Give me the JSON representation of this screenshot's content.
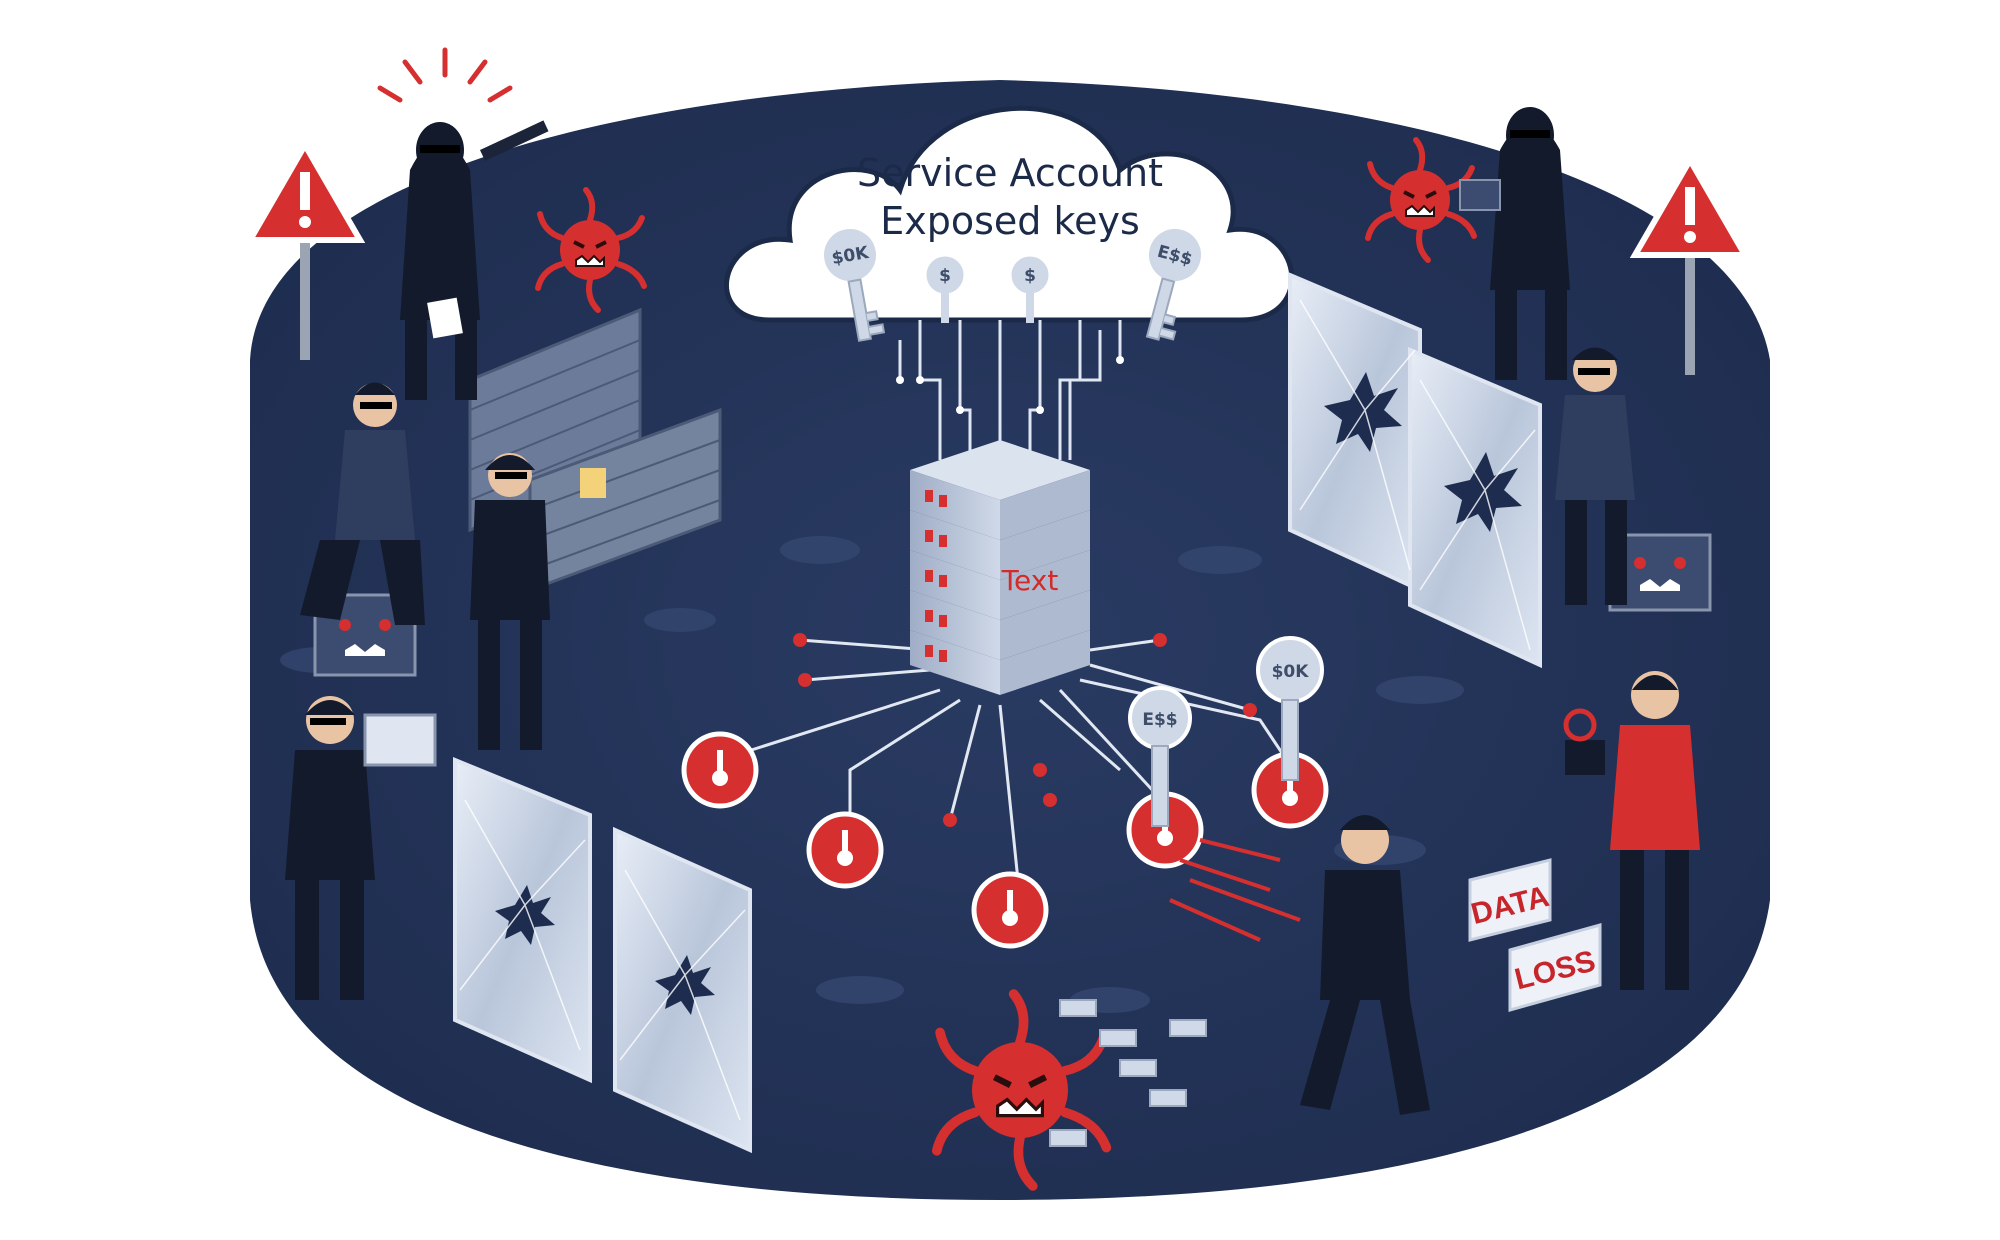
{
  "cloud": {
    "title_line1": "Service Account",
    "title_line2": "Exposed keys"
  },
  "server": {
    "label": "Text"
  },
  "cloud_keys": [
    {
      "label": "$0K"
    },
    {
      "label": "$"
    },
    {
      "label": "$"
    },
    {
      "label": "E$$"
    }
  ],
  "floor_keys": [
    {
      "label": "E$$"
    },
    {
      "label": "$0K"
    }
  ],
  "tags": {
    "data": "DATA",
    "loss": "LOSS"
  },
  "colors": {
    "background": "#ffffff",
    "floor": "#1e2d4f",
    "floor_light": "#2a3b63",
    "accent_red": "#d62f2f",
    "server": "#b8c4d8",
    "cloud": "#ffffff",
    "figure": "#131a2c",
    "suit": "#2f3e5f"
  },
  "icons": [
    "warning-sign-icon",
    "virus-icon",
    "hacker-icon",
    "key-icon",
    "lock-icon",
    "server-icon",
    "firewall-icon",
    "broken-glass-icon",
    "cloud-icon"
  ]
}
